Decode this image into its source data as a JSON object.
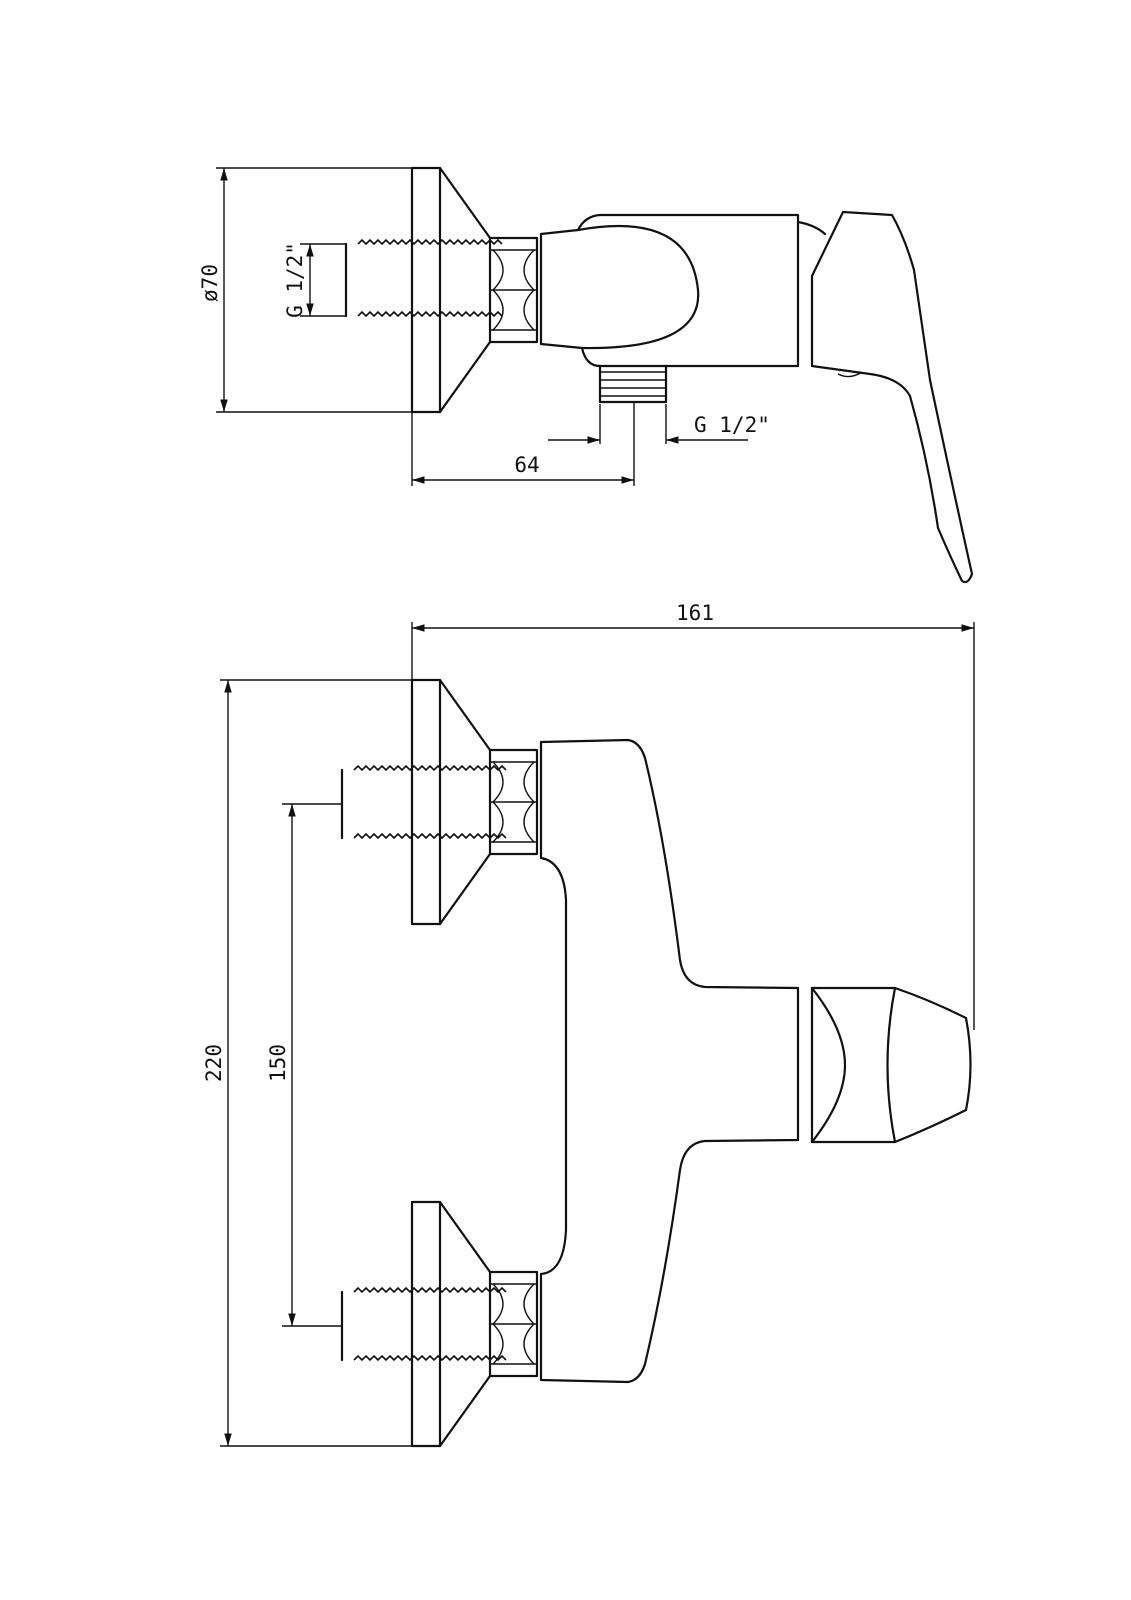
{
  "side_view": {
    "dim_diameter": "ø70",
    "dim_inlet_thread": "G 1/2\"",
    "dim_outlet_thread": "G 1/2\"",
    "dim_offset": "64"
  },
  "front_view": {
    "dim_total_width": "161",
    "dim_total_height": "220",
    "dim_inlet_spacing": "150"
  },
  "colors": {
    "line": "#111111",
    "background": "#ffffff"
  }
}
